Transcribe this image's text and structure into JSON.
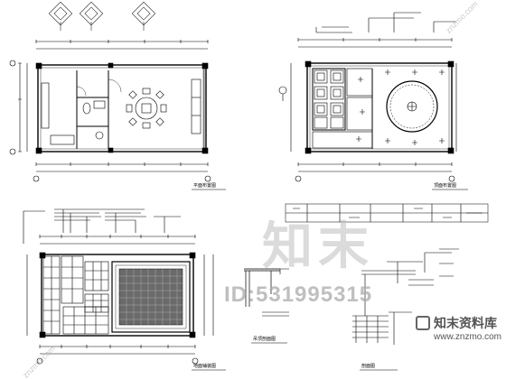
{
  "drawing": {
    "title_plan": "平面布置图",
    "title_ceiling": "顶面布置图",
    "title_floor": "地面铺装图",
    "title_detail": "吊顶剖面图",
    "title_section": "剖面图"
  },
  "watermark": {
    "big_text": "知末",
    "id_text": "ID:531995315",
    "brand_name": "知末资料库",
    "brand_url": "www.znzmo.com",
    "diagonal_text": "znzmo.com"
  },
  "colors": {
    "line": "#000000",
    "watermark": "#bdbdbd"
  }
}
